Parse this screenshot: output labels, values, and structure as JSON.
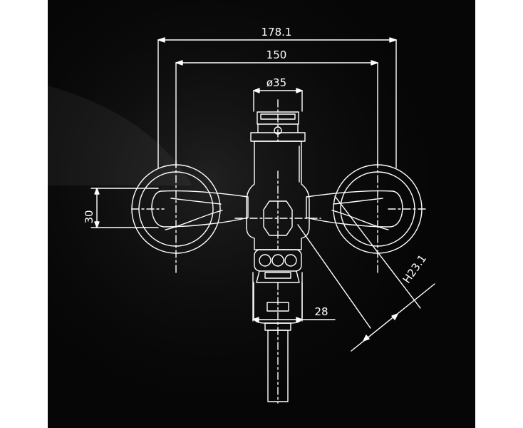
{
  "drawing": {
    "dimensions": {
      "overall_width": "178.1",
      "center_distance": "150",
      "body_diameter": "ø35",
      "eccentric_offset": "30",
      "spout_outlet": "28",
      "height_label": "H23.1"
    }
  },
  "colors": {
    "background": "#060606",
    "page": "#ffffff",
    "line": "#ffffff"
  }
}
